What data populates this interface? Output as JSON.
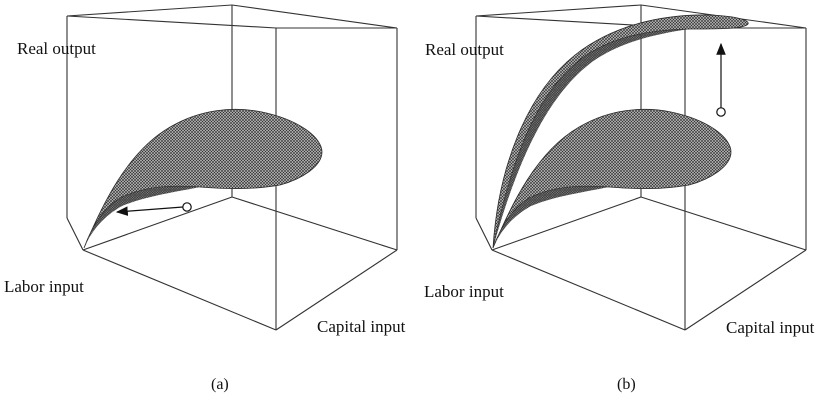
{
  "panel_a": {
    "y_label": "Real output",
    "x_label": "Labor input",
    "z_label": "Capital input",
    "caption": "(a)"
  },
  "panel_b": {
    "y_label": "Real output",
    "x_label": "Labor input",
    "z_label": "Capital input",
    "caption": "(b)"
  },
  "colors": {
    "surface_fill": "#8a8a8a",
    "surface_mesh": "#2a2a2a",
    "box_lines": "#333333",
    "text": "#111111"
  }
}
